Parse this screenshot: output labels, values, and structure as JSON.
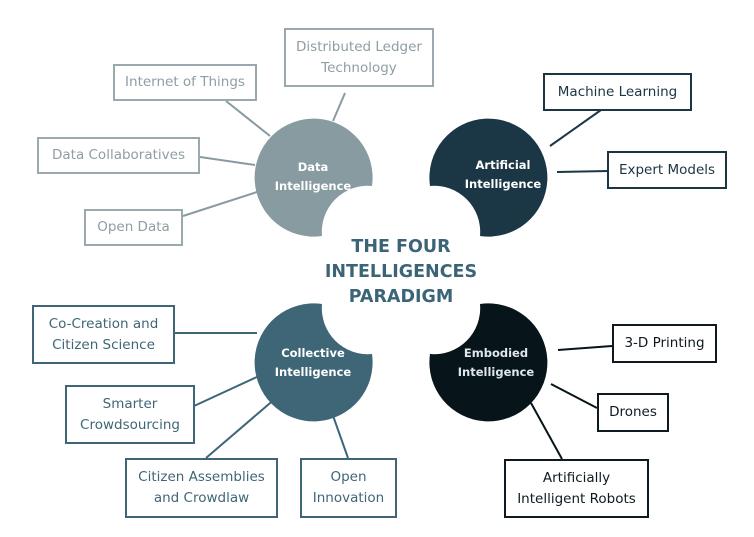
{
  "title": "THE FOUR\nINTELLIGENCES\nPARADIGM",
  "colors": {
    "data": "#879ba1",
    "artificial": "#1b3644",
    "collective": "#3e6677",
    "embodied": "#07151b",
    "title": "#3b6577"
  },
  "hubs": {
    "data": {
      "label": "Data\nIntelligence"
    },
    "artificial": {
      "label": "Artificial\nIntelligence"
    },
    "collective": {
      "label": "Collective\nIntelligence"
    },
    "embodied": {
      "label": "Embodied\nIntelligence"
    }
  },
  "nodes": {
    "data": [
      {
        "label": "Distributed Ledger\nTechnology"
      },
      {
        "label": "Internet of Things"
      },
      {
        "label": "Data Collaboratives"
      },
      {
        "label": "Open Data"
      }
    ],
    "artificial": [
      {
        "label": "Machine Learning"
      },
      {
        "label": "Expert Models"
      }
    ],
    "collective": [
      {
        "label": "Co-Creation and\nCitizen Science"
      },
      {
        "label": "Smarter\nCrowdsourcing"
      },
      {
        "label": "Citizen Assemblies\nand Crowdlaw"
      },
      {
        "label": "Open\nInnovation"
      }
    ],
    "embodied": [
      {
        "label": "3-D Printing"
      },
      {
        "label": "Drones"
      },
      {
        "label": "Artificially\nIntelligent Robots"
      }
    ]
  }
}
